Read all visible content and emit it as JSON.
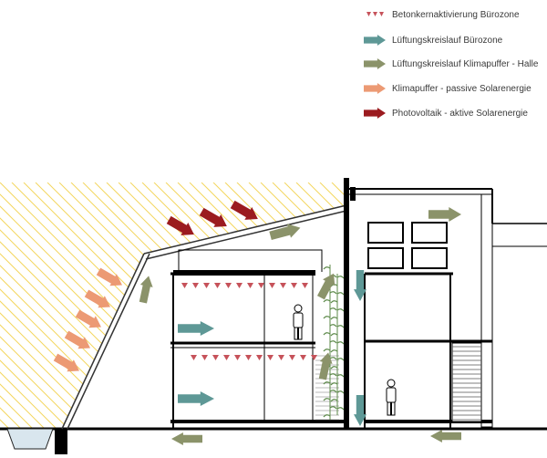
{
  "legend": {
    "items": [
      {
        "key": "concrete",
        "label": "Betonkernaktivierung Bürozone",
        "color": "#c6525a",
        "symbol": "triangle-row"
      },
      {
        "key": "office",
        "label": "Lüftungskreislauf Bürozone",
        "color": "#5e9896",
        "symbol": "arrow"
      },
      {
        "key": "hall",
        "label": "Lüftungskreislauf Klimapuffer - Halle",
        "color": "#8b936a",
        "symbol": "arrow"
      },
      {
        "key": "passive",
        "label": "Klimapuffer - passive Solarenergie",
        "color": "#ec9a74",
        "symbol": "arrow"
      },
      {
        "key": "pv",
        "label": "Photovoltaik - aktive Solarenergie",
        "color": "#9b1b1f",
        "symbol": "arrow"
      }
    ]
  },
  "colors": {
    "structure": "#000000",
    "sun_rays": "#f3d65e",
    "glass": "#9a9a9a",
    "plants": "#5d8a4a"
  }
}
